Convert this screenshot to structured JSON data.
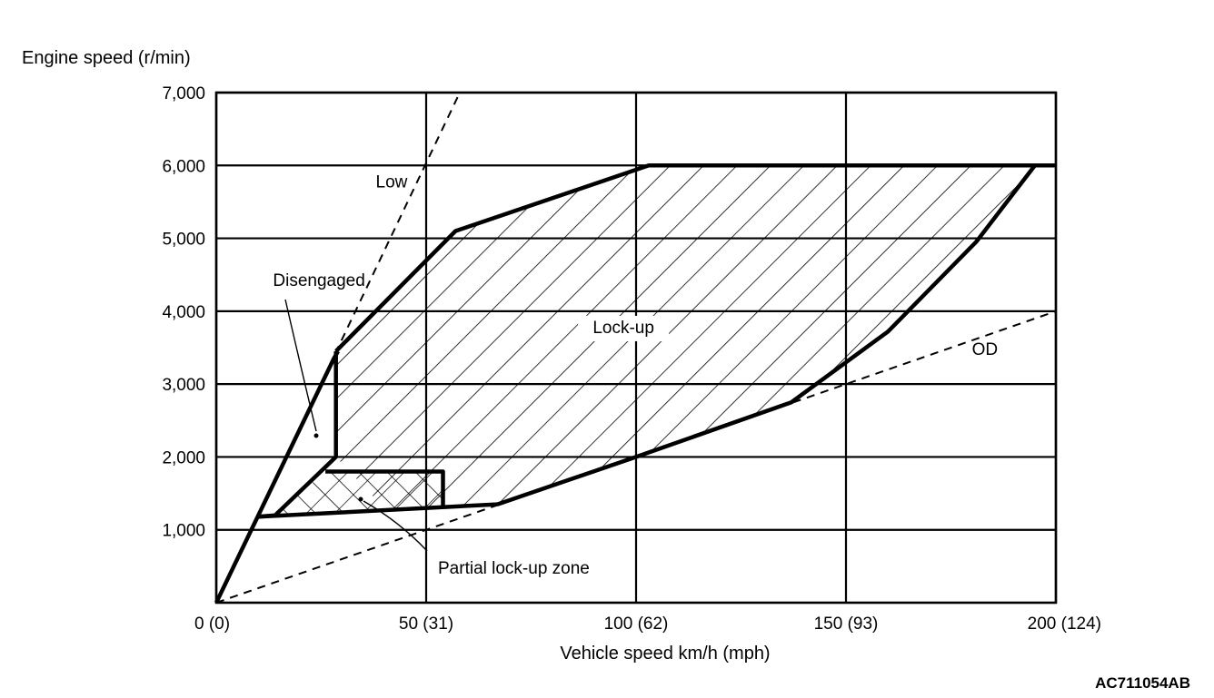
{
  "chart_data": {
    "type": "line",
    "ylabel": "Engine speed (r/min)",
    "xlabel": "Vehicle speed  km/h (mph)",
    "xlim": [
      0,
      200
    ],
    "ylim": [
      0,
      7000
    ],
    "grid": true,
    "x_ticks": [
      {
        "value": 0,
        "label": "0 (0)"
      },
      {
        "value": 50,
        "label": "50 (31)"
      },
      {
        "value": 100,
        "label": "100 (62)"
      },
      {
        "value": 150,
        "label": "150 (93)"
      },
      {
        "value": 200,
        "label": "200 (124)"
      }
    ],
    "y_ticks": [
      {
        "value": 1000,
        "label": "1,000"
      },
      {
        "value": 2000,
        "label": "2,000"
      },
      {
        "value": 3000,
        "label": "3,000"
      },
      {
        "value": 4000,
        "label": "4,000"
      },
      {
        "value": 5000,
        "label": "5,000"
      },
      {
        "value": 6000,
        "label": "6,000"
      },
      {
        "value": 7000,
        "label": "7,000"
      }
    ],
    "lines": [
      {
        "name": "Low",
        "style": "dashed",
        "points": [
          [
            0,
            0
          ],
          [
            58,
            7000
          ]
        ]
      },
      {
        "name": "OD",
        "style": "dashed",
        "points": [
          [
            0,
            0
          ],
          [
            200,
            4000
          ]
        ]
      }
    ],
    "regions": {
      "disengaged_boundary": [
        [
          0,
          0
        ],
        [
          28,
          3350
        ],
        [
          29,
          3450
        ]
      ],
      "lock_up": [
        [
          28.5,
          3450
        ],
        [
          57,
          5100
        ],
        [
          103,
          6000
        ],
        [
          200,
          6000
        ],
        [
          195,
          6000
        ],
        [
          181,
          4950
        ],
        [
          160,
          3720
        ],
        [
          137,
          2750
        ],
        [
          100,
          2000
        ],
        [
          67,
          1350
        ],
        [
          55,
          1300
        ],
        [
          40,
          1300
        ],
        [
          28.5,
          2000
        ]
      ],
      "partial_lock_up": [
        [
          10,
          1180
        ],
        [
          14,
          1200
        ],
        [
          26,
          1800
        ],
        [
          54,
          1800
        ],
        [
          54,
          1300
        ],
        [
          10,
          1180
        ]
      ],
      "lower_boundary": [
        [
          10,
          1180
        ],
        [
          67,
          1350
        ]
      ]
    },
    "annotations": [
      {
        "text": "Low",
        "x": 38,
        "y": 5700
      },
      {
        "text": "OD",
        "x": 180,
        "y": 3400
      },
      {
        "text": "Lock-up",
        "x": 97,
        "y": 3700
      },
      {
        "text": "Disengaged",
        "x": 20,
        "y": 4350
      },
      {
        "text": "Partial lock-up zone",
        "x": 70,
        "y": 600
      }
    ],
    "figure_code": "AC711054AB"
  }
}
